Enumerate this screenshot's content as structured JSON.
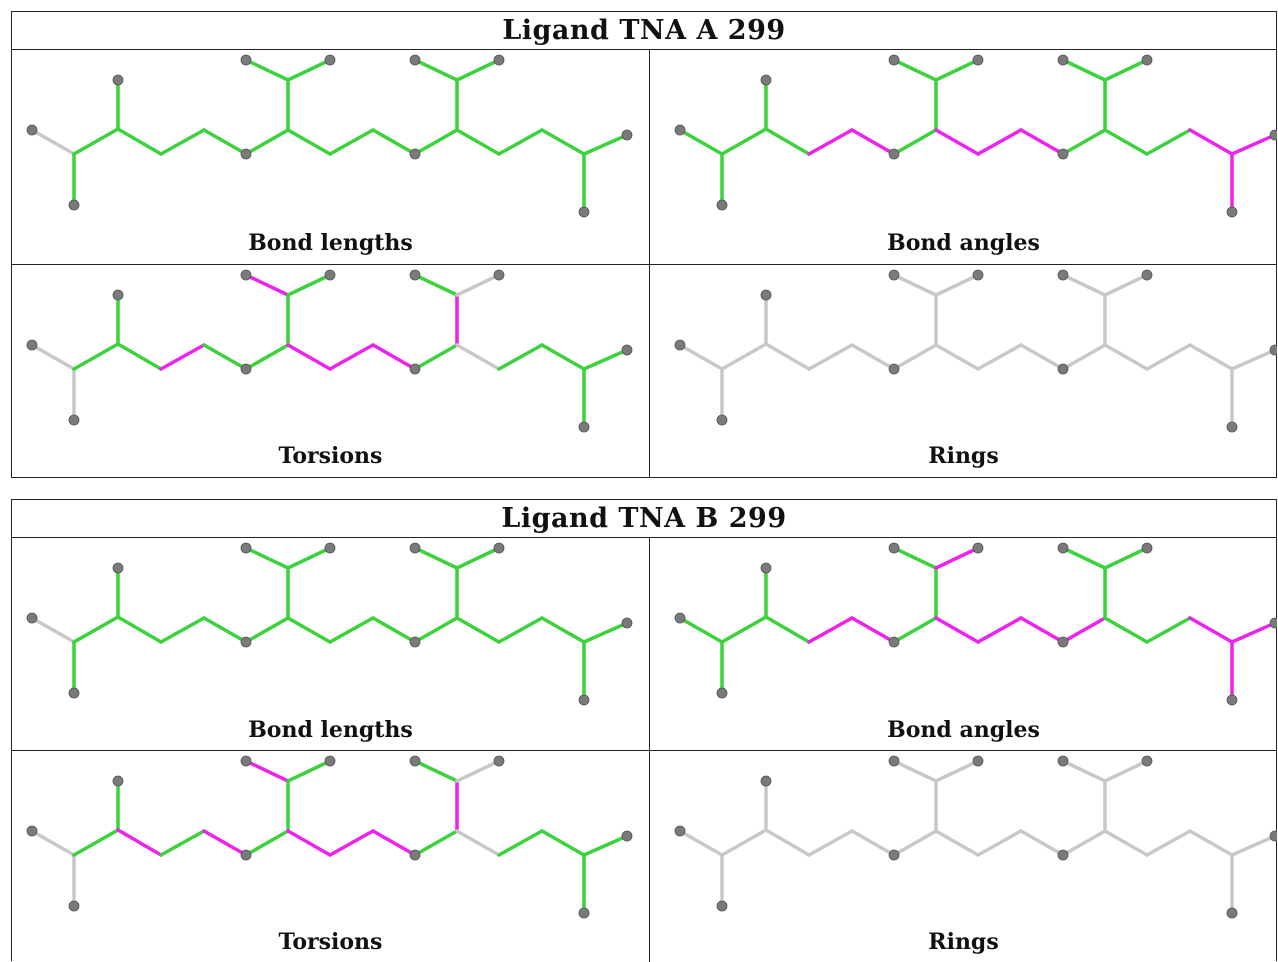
{
  "colors": {
    "ok": "#3cd23c",
    "outlier": "#ee22ee",
    "unassessed": "#c8c8c8",
    "atom": "#7a7a7a"
  },
  "blocks": [
    {
      "id": "a",
      "title": "Ligand TNA A 299",
      "panels": [
        {
          "label": "Bond lengths",
          "bonds": [
            "u",
            "g",
            "g",
            "g",
            "g",
            "g",
            "g",
            "g",
            "g",
            "g",
            "g",
            "g",
            "g",
            "g",
            "g",
            "g",
            "g",
            "g",
            "g",
            "g",
            "g"
          ]
        },
        {
          "label": "Bond angles",
          "bonds": [
            "g",
            "g",
            "g",
            "g",
            "g",
            "m",
            "m",
            "g",
            "g",
            "g",
            "g",
            "m",
            "m",
            "m",
            "g",
            "g",
            "g",
            "g",
            "g",
            "g",
            "m"
          ]
        },
        {
          "label": "Torsions",
          "bonds": [
            "u",
            "u",
            "g",
            "g",
            "g",
            "m",
            "g",
            "g",
            "g",
            "m",
            "g",
            "m",
            "m",
            "m",
            "g",
            "m",
            "g",
            "u",
            "u",
            "g",
            "g"
          ]
        },
        {
          "label": "Rings",
          "bonds": [
            "u",
            "u",
            "u",
            "u",
            "u",
            "u",
            "u",
            "u",
            "u",
            "u",
            "u",
            "u",
            "u",
            "u",
            "u",
            "u",
            "u",
            "u",
            "u",
            "u",
            "u"
          ]
        }
      ]
    },
    {
      "id": "b",
      "title": "Ligand TNA B 299",
      "panels": [
        {
          "label": "Bond lengths",
          "bonds": [
            "u",
            "g",
            "g",
            "g",
            "g",
            "g",
            "g",
            "g",
            "g",
            "g",
            "g",
            "g",
            "g",
            "g",
            "g",
            "g",
            "g",
            "g",
            "g",
            "g",
            "g"
          ]
        },
        {
          "label": "Bond angles",
          "bonds": [
            "g",
            "g",
            "g",
            "g",
            "g",
            "m",
            "m",
            "g",
            "g",
            "g",
            "m",
            "m",
            "m",
            "m",
            "m",
            "g",
            "g",
            "g",
            "g",
            "g",
            "m"
          ]
        },
        {
          "label": "Torsions",
          "bonds": [
            "u",
            "u",
            "g",
            "g",
            "m",
            "g",
            "m",
            "g",
            "g",
            "m",
            "g",
            "m",
            "m",
            "m",
            "g",
            "m",
            "g",
            "u",
            "u",
            "g",
            "g"
          ]
        },
        {
          "label": "Rings",
          "bonds": [
            "u",
            "u",
            "u",
            "u",
            "u",
            "u",
            "u",
            "u",
            "u",
            "u",
            "u",
            "u",
            "u",
            "u",
            "u",
            "u",
            "u",
            "u",
            "u",
            "u",
            "u"
          ]
        }
      ]
    }
  ]
}
